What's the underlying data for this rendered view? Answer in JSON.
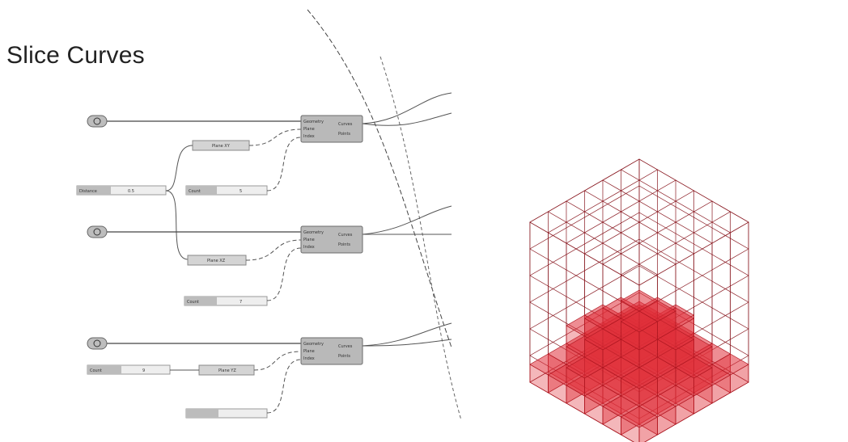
{
  "title": "Slice Curves",
  "groups": [
    {
      "component": {
        "inputs": [
          "Geometry",
          "Plane",
          "Index"
        ],
        "outputs": [
          "Curves",
          "Points"
        ]
      },
      "params": [
        "Plane XY"
      ],
      "slider": {
        "label": "Count",
        "value": "5"
      }
    },
    {
      "component": {
        "inputs": [
          "Geometry",
          "Plane",
          "Index"
        ],
        "outputs": [
          "Curves",
          "Points"
        ]
      },
      "params": [
        "Plane XZ"
      ],
      "slider": {
        "label": "Count",
        "value": "7"
      }
    },
    {
      "component": {
        "inputs": [
          "Geometry",
          "Plane",
          "Index"
        ],
        "outputs": [
          "Curves",
          "Points"
        ]
      },
      "params": [
        "Plane YZ"
      ],
      "slider": {
        "label": "Count",
        "value": "9"
      }
    }
  ],
  "shared_input": {
    "label": "Distance",
    "value": "0.5"
  },
  "colors": {
    "wire": "#555555",
    "component": "#b9b9b9",
    "slice_line": "#8a1a22",
    "voxel_fill": "#e0303a",
    "voxel_edge": "#b01822"
  },
  "icons": [
    "geometry-param-icon"
  ]
}
